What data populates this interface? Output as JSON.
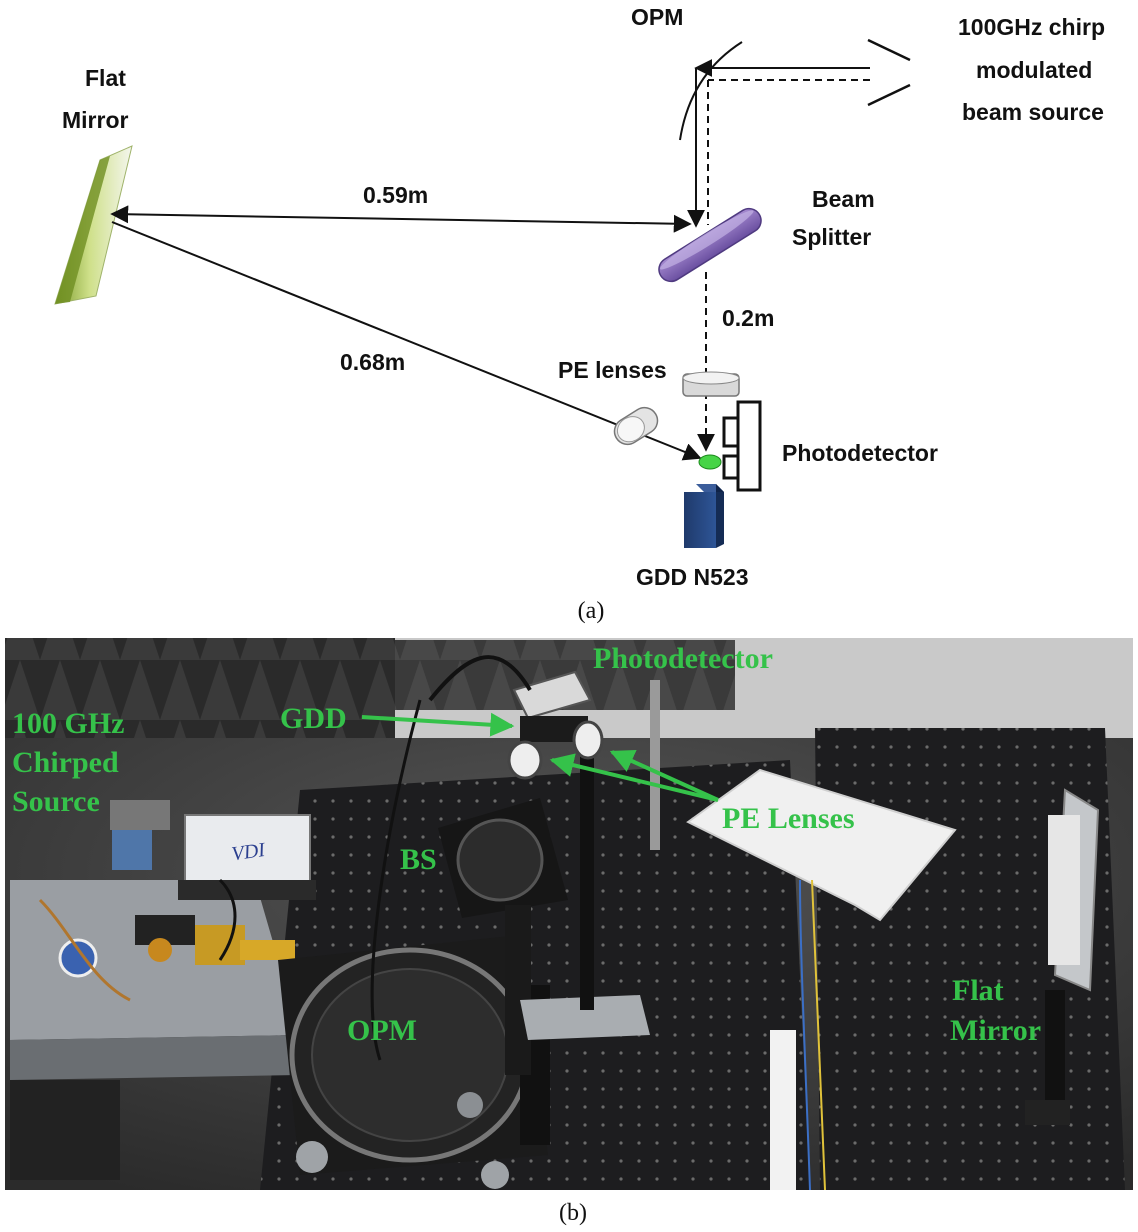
{
  "diagram_a": {
    "labels": {
      "opm": "OPM",
      "source_line1": "100GHz chirp",
      "source_line2": "modulated",
      "source_line3": "beam source",
      "flat_mirror_line1": "Flat",
      "flat_mirror_line2": "Mirror",
      "beam_splitter_line1": "Beam",
      "beam_splitter_line2": "Splitter",
      "pe_lenses": "PE lenses",
      "photodetector": "Photodetector",
      "gdd": "GDD N523"
    },
    "distances": {
      "bs_to_mirror": "0.59m",
      "mirror_to_detector": "0.68m",
      "bs_to_detector": "0.2m"
    },
    "caption": "(a)"
  },
  "photo_b": {
    "labels": {
      "photodetector": "Photodetector",
      "gdd": "GDD",
      "source_line1": "100 GHz",
      "source_line2": "Chirped",
      "source_line3": "Source",
      "bs": "BS",
      "pe_lenses": "PE Lenses",
      "opm": "OPM",
      "flat_mirror_line1": "Flat",
      "flat_mirror_line2": "Mirror",
      "device_brand": "VDI"
    },
    "label_color": "#35c24a",
    "caption": "(b)"
  }
}
